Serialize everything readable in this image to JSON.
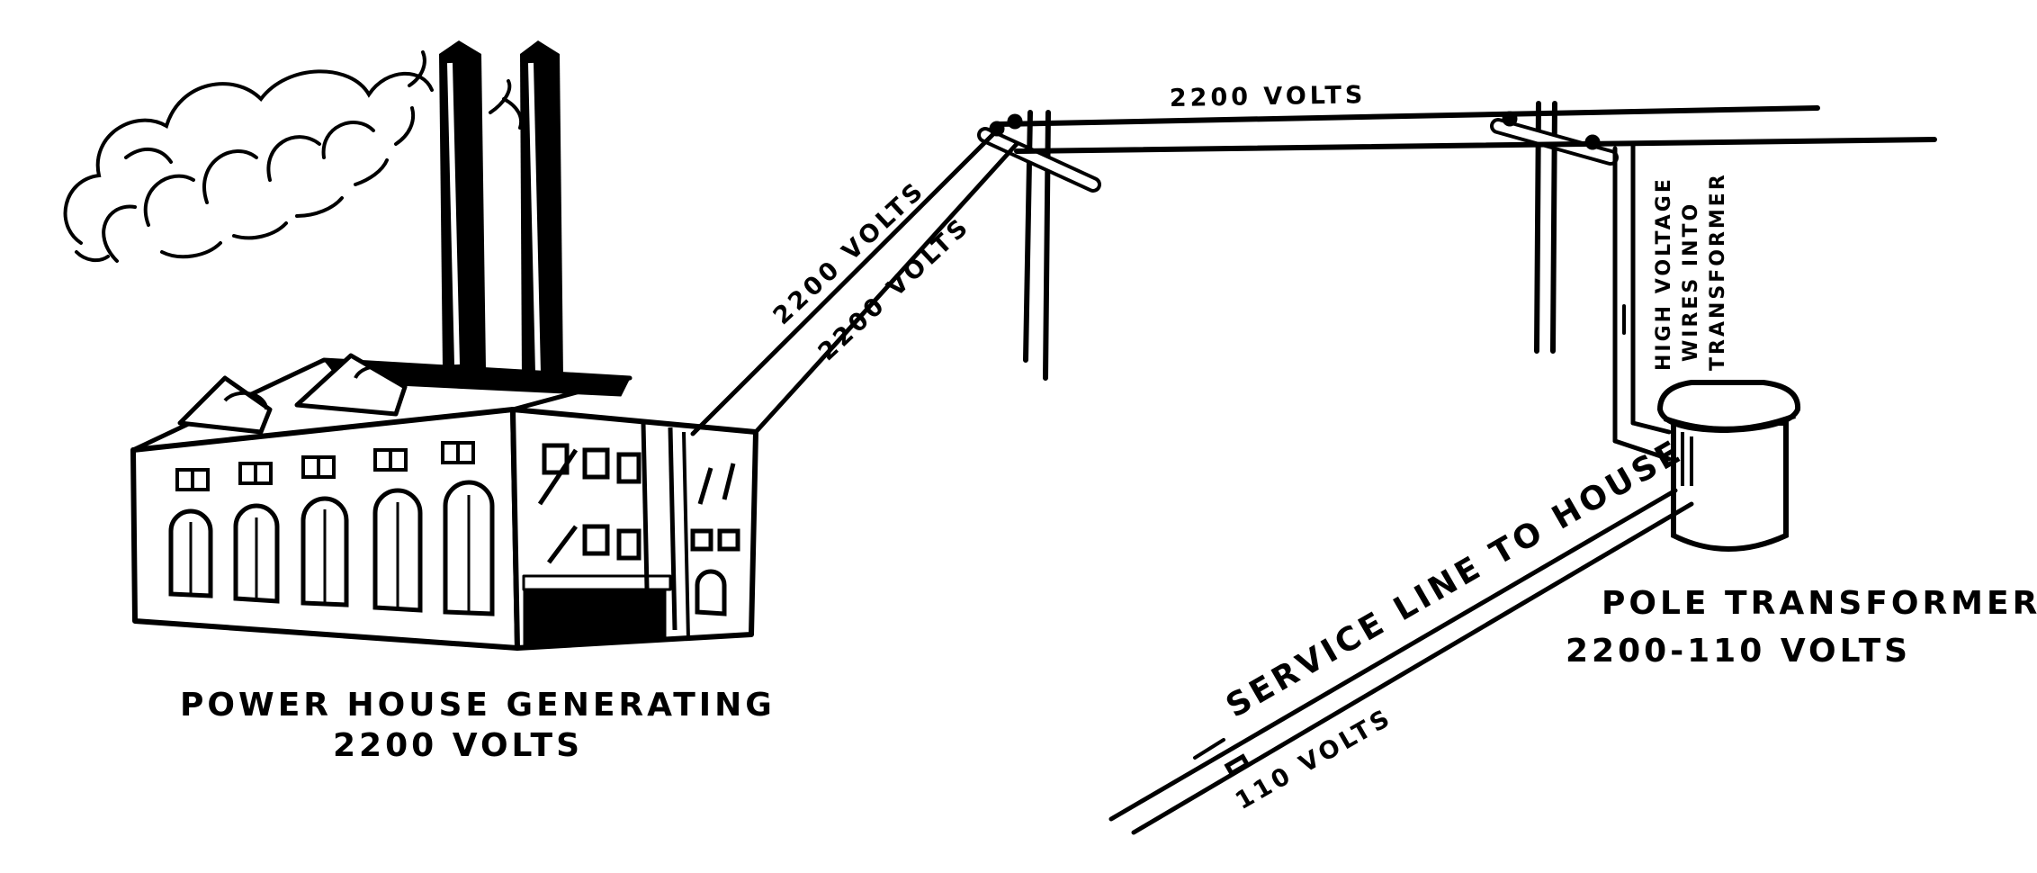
{
  "labels": {
    "power_house_line1": "POWER HOUSE GENERATING",
    "power_house_line2": "2200 VOLTS",
    "top_line_volts": "2200 VOLTS",
    "diag_volts_1": "2200 VOLTS",
    "diag_volts_2": "2200 VOLTS",
    "high_voltage_1": "HIGH VOLTAGE",
    "high_voltage_2": "WIRES INTO",
    "high_voltage_3": "TRANSFORMER",
    "pole_transformer": "POLE TRANSFORMER",
    "pole_transformer_volts": "2200-110 VOLTS",
    "service_line": "SERVICE LINE TO HOUSE",
    "service_volts": "110 VOLTS"
  },
  "colors": {
    "ink": "#000000",
    "paper": "#ffffff"
  }
}
